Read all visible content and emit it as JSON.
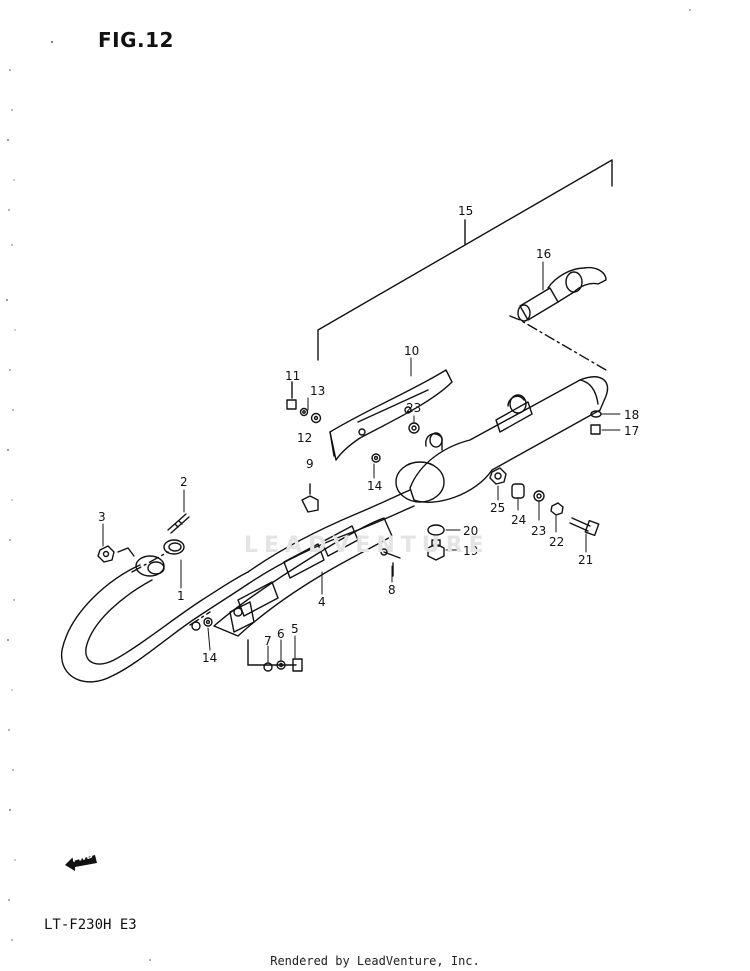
{
  "figure_title": "FIG.12",
  "model_code": "LT-F230H  E3",
  "footer_text": "Rendered by LeadVenture, Inc.",
  "watermark_text": "LEADVENTURE",
  "fwd_label": "FWD",
  "callouts": [
    "1",
    "2",
    "3",
    "4",
    "5",
    "6",
    "7",
    "8",
    "9",
    "10",
    "11",
    "12",
    "13",
    "14",
    "14",
    "15",
    "16",
    "17",
    "18",
    "19",
    "20",
    "21",
    "22",
    "23",
    "23",
    "24",
    "25"
  ],
  "icons": {
    "forward_arrow": "fwd-arrow-icon"
  },
  "colors": {
    "line": "#111111",
    "background": "#ffffff"
  }
}
